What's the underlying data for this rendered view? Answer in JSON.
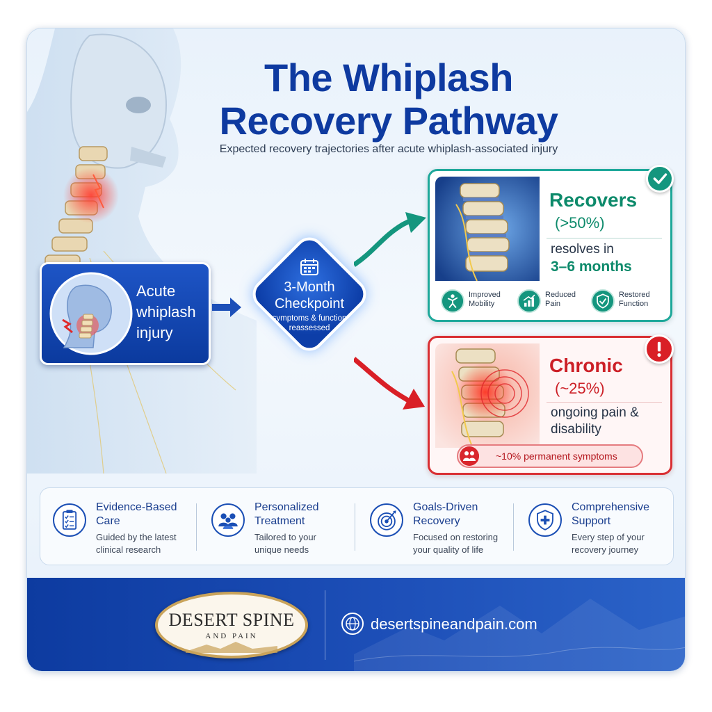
{
  "header": {
    "title_line1": "The Whiplash",
    "title_line2": "Recovery Pathway",
    "subtitle": "Expected recovery trajectories after acute whiplash-associated injury"
  },
  "acute": {
    "line1": "Acute",
    "line2": "whiplash",
    "line3": "injury"
  },
  "checkpoint": {
    "title_line1": "3-Month",
    "title_line2": "Checkpoint",
    "sub_line1": "symptoms & function",
    "sub_line2": "reassessed",
    "icon": "calendar-icon"
  },
  "recovers": {
    "title": "Recovers",
    "percent": "(>50%)",
    "line1": "resolves in",
    "months": "3–6 months",
    "features": [
      {
        "line1": "Improved",
        "line2": "Mobility",
        "icon": "person-icon"
      },
      {
        "line1": "Reduced",
        "line2": "Pain",
        "icon": "bar-chart-icon"
      },
      {
        "line1": "Restored",
        "line2": "Function",
        "icon": "shield-check-icon"
      }
    ],
    "color": "#14967e"
  },
  "chronic": {
    "title": "Chronic",
    "percent": "(~25%)",
    "line1": "ongoing pain &",
    "line2": "disability",
    "permanent": "~10% permanent symptoms",
    "color": "#d91f26"
  },
  "pillars": [
    {
      "title_line1": "Evidence-Based",
      "title_line2": "Care",
      "desc_line1": "Guided by the latest",
      "desc_line2": "clinical research",
      "icon": "clipboard-icon"
    },
    {
      "title_line1": "Personalized",
      "title_line2": "Treatment",
      "desc_line1": "Tailored to your",
      "desc_line2": "unique needs",
      "icon": "people-icon"
    },
    {
      "title_line1": "Goals-Driven",
      "title_line2": "Recovery",
      "desc_line1": "Focused on restoring",
      "desc_line2": "your quality of life",
      "icon": "target-icon"
    },
    {
      "title_line1": "Comprehensive",
      "title_line2": "Support",
      "desc_line1": "Every step of your",
      "desc_line2": "recovery journey",
      "icon": "shield-plus-icon"
    }
  ],
  "footer": {
    "logo_line1": "DESERT SPINE",
    "logo_line2": "AND PAIN",
    "website": "desertspineandpain.com"
  },
  "colors": {
    "brand_blue": "#0e3aa0",
    "recover_green": "#14967e",
    "chronic_red": "#d91f26"
  }
}
